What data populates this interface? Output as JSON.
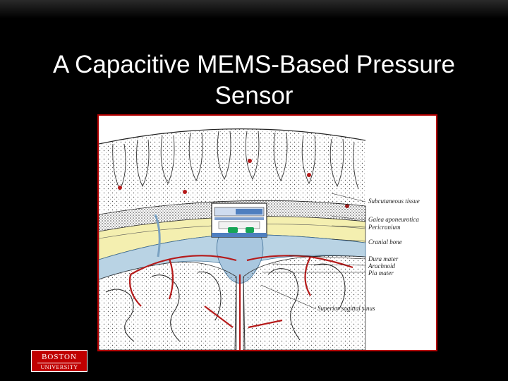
{
  "slide": {
    "title": "A Capacitive MEMS-Based Pressure Sensor"
  },
  "figure": {
    "labels": {
      "subcutaneous": "Subcutaneous tissue",
      "galea": "Galea aponeurotica",
      "pericranium": "Pericranium",
      "cranial_bone": "Cranial bone",
      "dura": "Dura mater",
      "arachnoid": "Arachnoid",
      "pia": "Pia mater",
      "sinus": "Superior sagittal sinus"
    },
    "colors": {
      "bone_layer": "#f4efb0",
      "fluid": "#b9d3e4",
      "vessel": "#b51a1a",
      "sensor_blue": "#4f7fbf",
      "sensor_green": "#17a556",
      "frame": "#b50000"
    }
  },
  "logo": {
    "line1": "BOSTON",
    "line2": "UNIVERSITY"
  }
}
